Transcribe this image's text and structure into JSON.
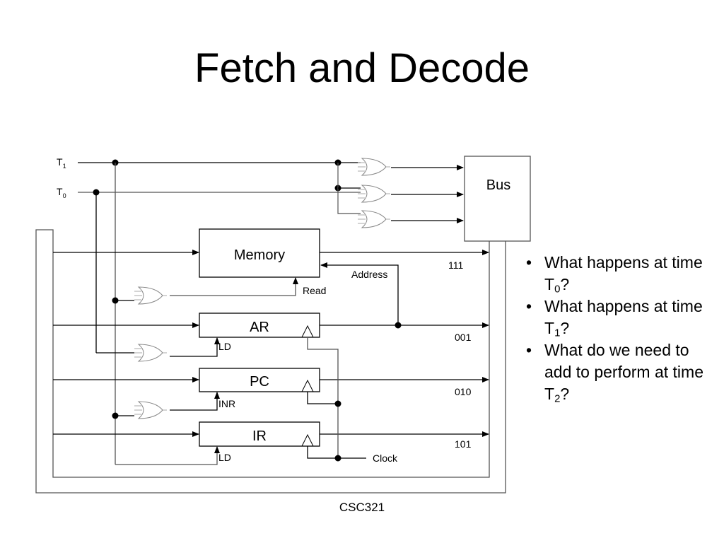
{
  "slide": {
    "title": "Fetch and Decode",
    "footer": "CSC321"
  },
  "diagram": {
    "signals": {
      "t1": {
        "main": "T",
        "sub": "1"
      },
      "t0": {
        "main": "T",
        "sub": "0"
      },
      "clock": "Clock"
    },
    "components": {
      "bus": "Bus",
      "memory": "Memory",
      "ar": "AR",
      "pc": "PC",
      "ir": "IR"
    },
    "control_labels": {
      "read": "Read",
      "ar_ld": "LD",
      "pc_inr": "INR",
      "ir_ld": "LD",
      "address": "Address"
    },
    "bus_select_codes": {
      "memory": "111",
      "ar": "001",
      "pc": "010",
      "ir": "101"
    }
  },
  "questions": [
    {
      "text": "What happens at time T",
      "sub": "0",
      "suffix": "?"
    },
    {
      "text": "What happens at time T",
      "sub": "1",
      "suffix": "?"
    },
    {
      "text": "What do we need to add to perform at time T",
      "sub": "2",
      "suffix": "?"
    }
  ]
}
